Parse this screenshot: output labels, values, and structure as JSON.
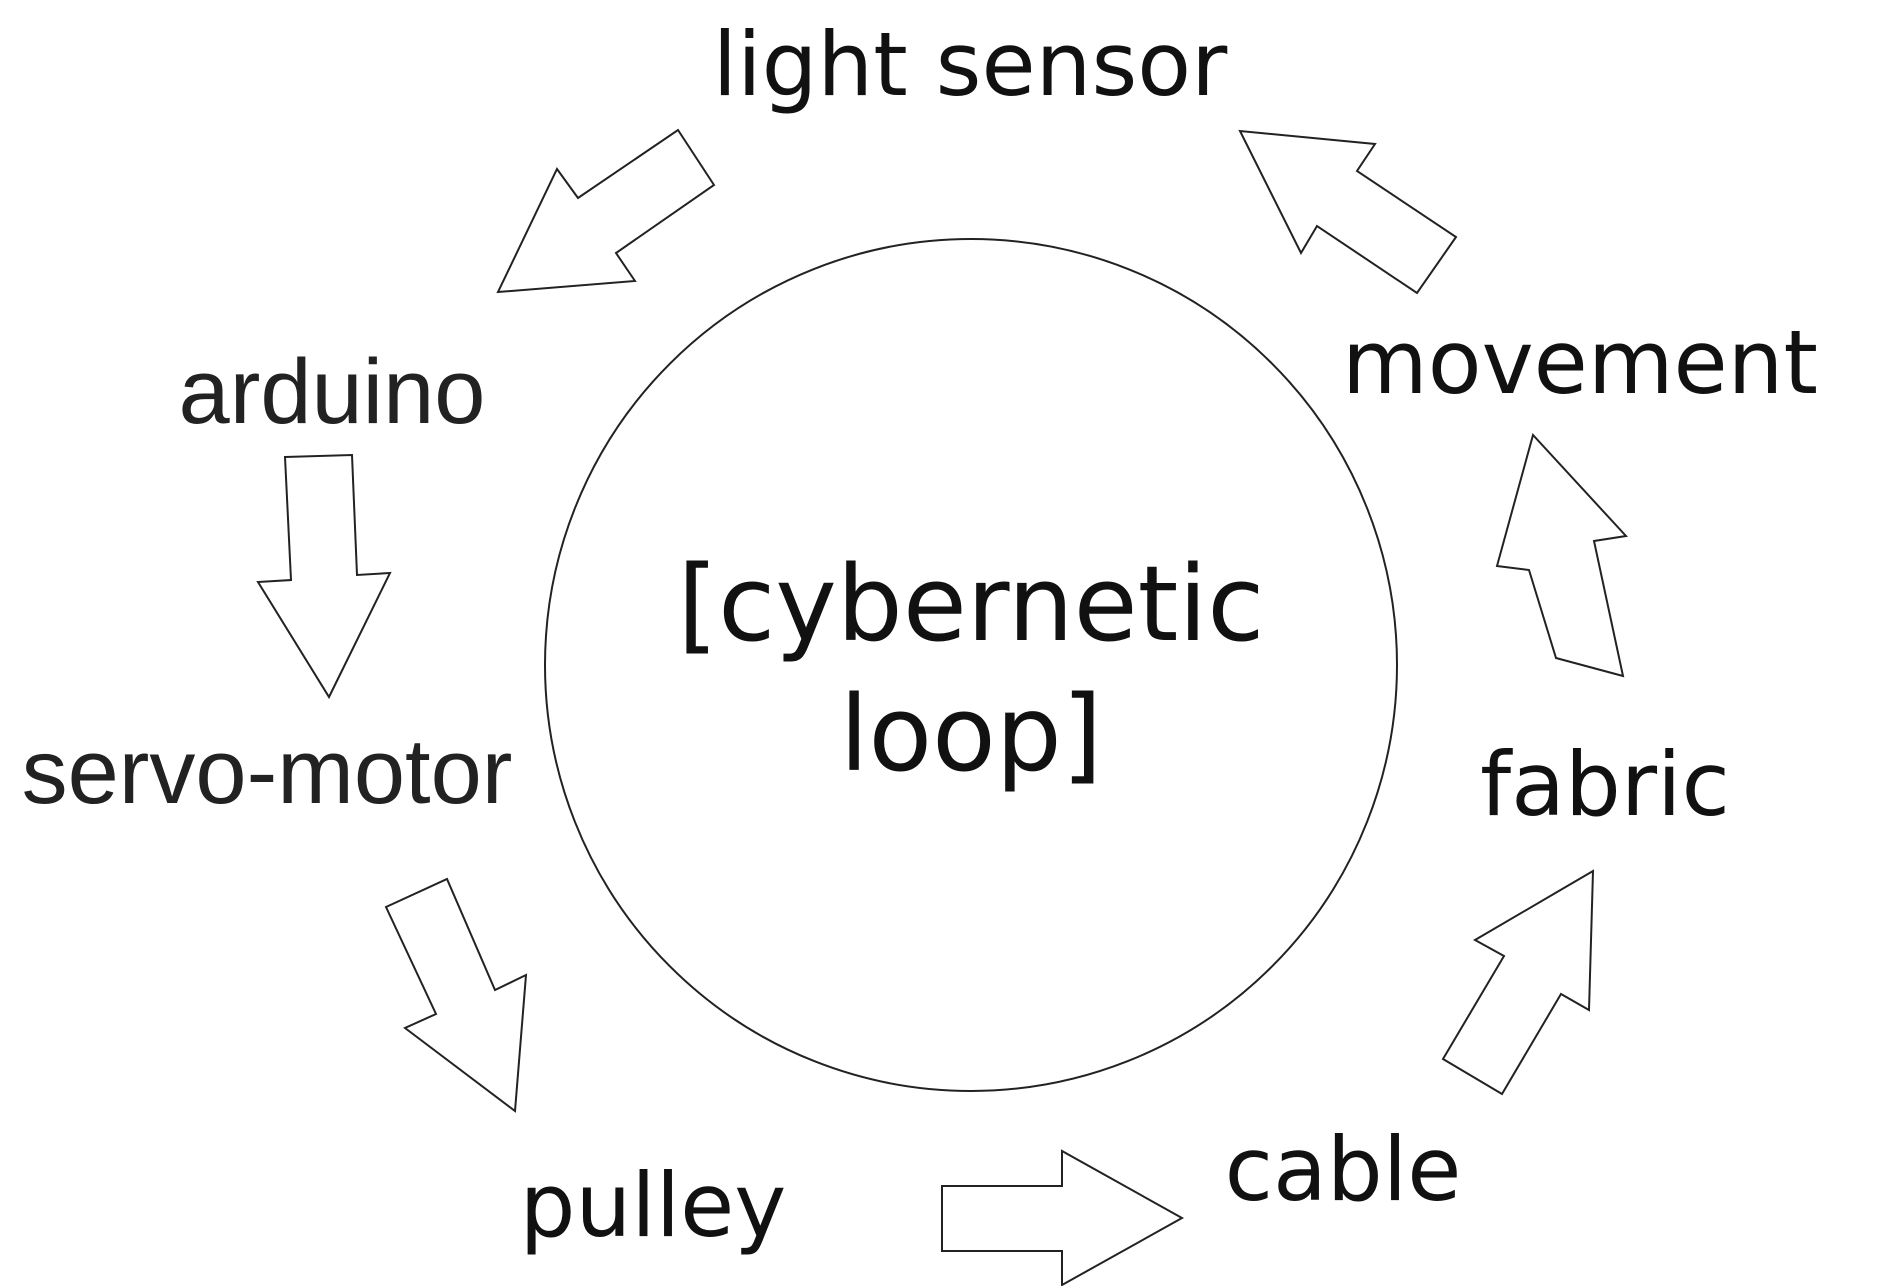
{
  "diagram": {
    "center": {
      "line1": "[cybernetic",
      "line2": "loop]"
    },
    "nodes": {
      "light_sensor": "light sensor",
      "arduino": "arduino",
      "servo_motor": "servo-motor",
      "pulley": "pulley",
      "cable": "cable",
      "fabric": "fabric",
      "movement": "movement"
    },
    "flow": [
      "light sensor",
      "arduino",
      "servo-motor",
      "pulley",
      "cable",
      "fabric",
      "movement",
      "light sensor"
    ]
  }
}
